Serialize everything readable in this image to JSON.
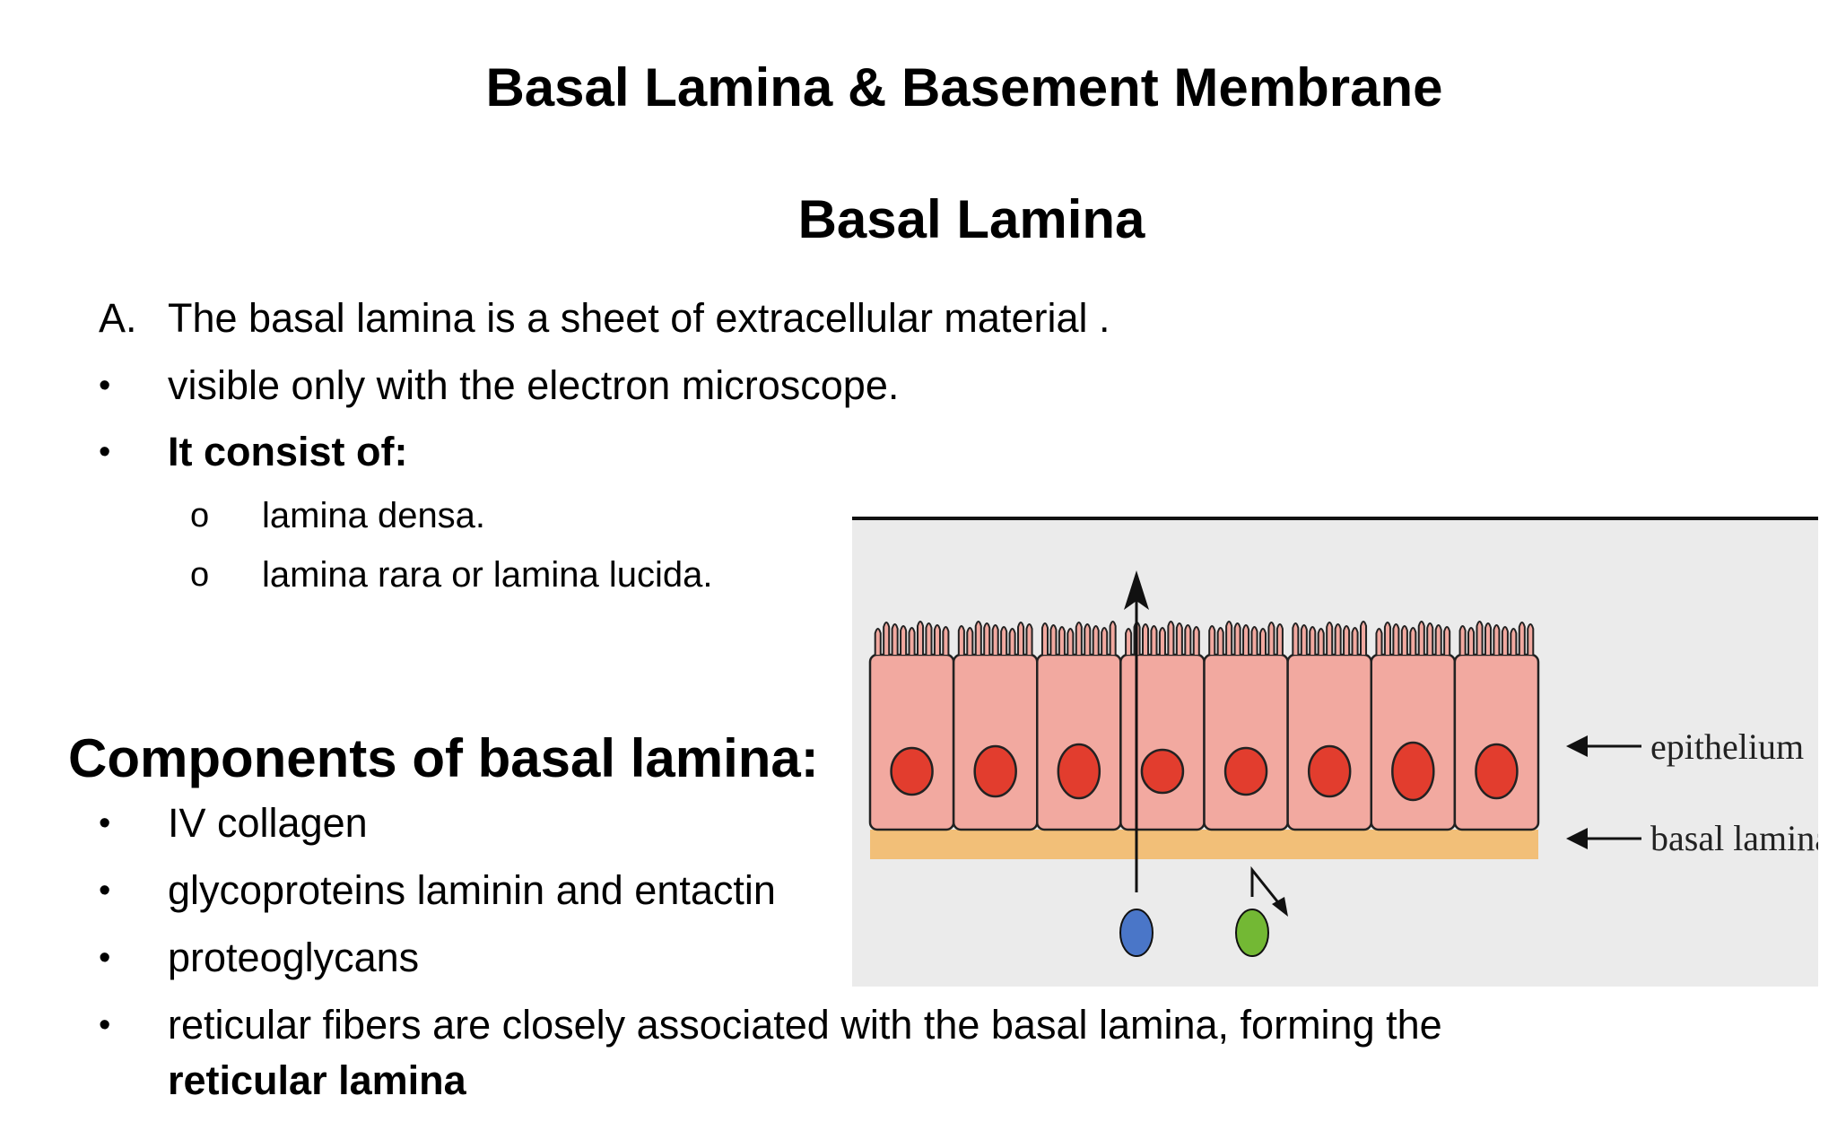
{
  "slide": {
    "title": "Basal Lamina & Basement Membrane",
    "subtitle": "Basal Lamina"
  },
  "intro": {
    "item_a": {
      "marker": "A.",
      "text": "The basal lamina is a sheet of extracellular material ."
    },
    "item_visible": {
      "text": "visible only with the electron microscope."
    },
    "item_consist": {
      "text": "It consist of:"
    },
    "sub_items": [
      {
        "marker": "o",
        "text": "lamina densa."
      },
      {
        "marker": "o",
        "text": "lamina rara or lamina lucida."
      }
    ]
  },
  "components": {
    "heading": "Components of basal lamina:",
    "items": [
      {
        "text": "IV collagen"
      },
      {
        "text": "glycoproteins laminin and entactin"
      },
      {
        "text": "proteoglycans"
      },
      {
        "text": "reticular fibers are closely associated with the basal lamina, forming the",
        "continuation": "reticular lamina"
      }
    ]
  },
  "figure": {
    "labels": {
      "epithelium": "epithelium",
      "basal_lamina": "basal lamina"
    },
    "colors": {
      "background": "#ebebeb",
      "cell_fill": "#f2a9a0",
      "nucleus_fill": "#e23d2e",
      "basal_lamina": "#f2bf78",
      "blue_dot": "#4a76c8",
      "green_dot": "#73b834"
    }
  },
  "bullet_glyph": "•"
}
